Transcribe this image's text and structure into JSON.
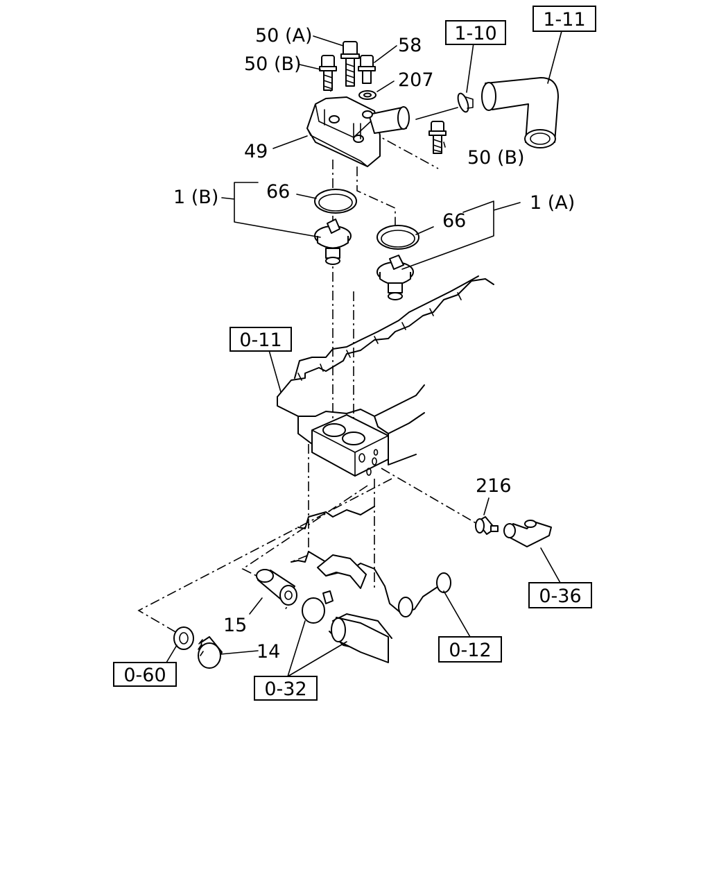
{
  "callouts": {
    "c_50a": "50 (A)",
    "c_50b_top": "50 (B)",
    "c_58": "58",
    "c_207": "207",
    "c_49": "49",
    "c_50b_right": "50 (B)",
    "c_66_left": "66",
    "c_1b": "1 (B)",
    "c_66_right": "66",
    "c_1a": "1 (A)",
    "c_216": "216",
    "c_15": "15",
    "c_14": "14"
  },
  "references": {
    "r_1_10": "1-10",
    "r_1_11": "1-11",
    "r_0_11": "0-11",
    "r_0_36": "0-36",
    "r_0_12": "0-12",
    "r_0_60": "0-60",
    "r_0_32": "0-32"
  }
}
